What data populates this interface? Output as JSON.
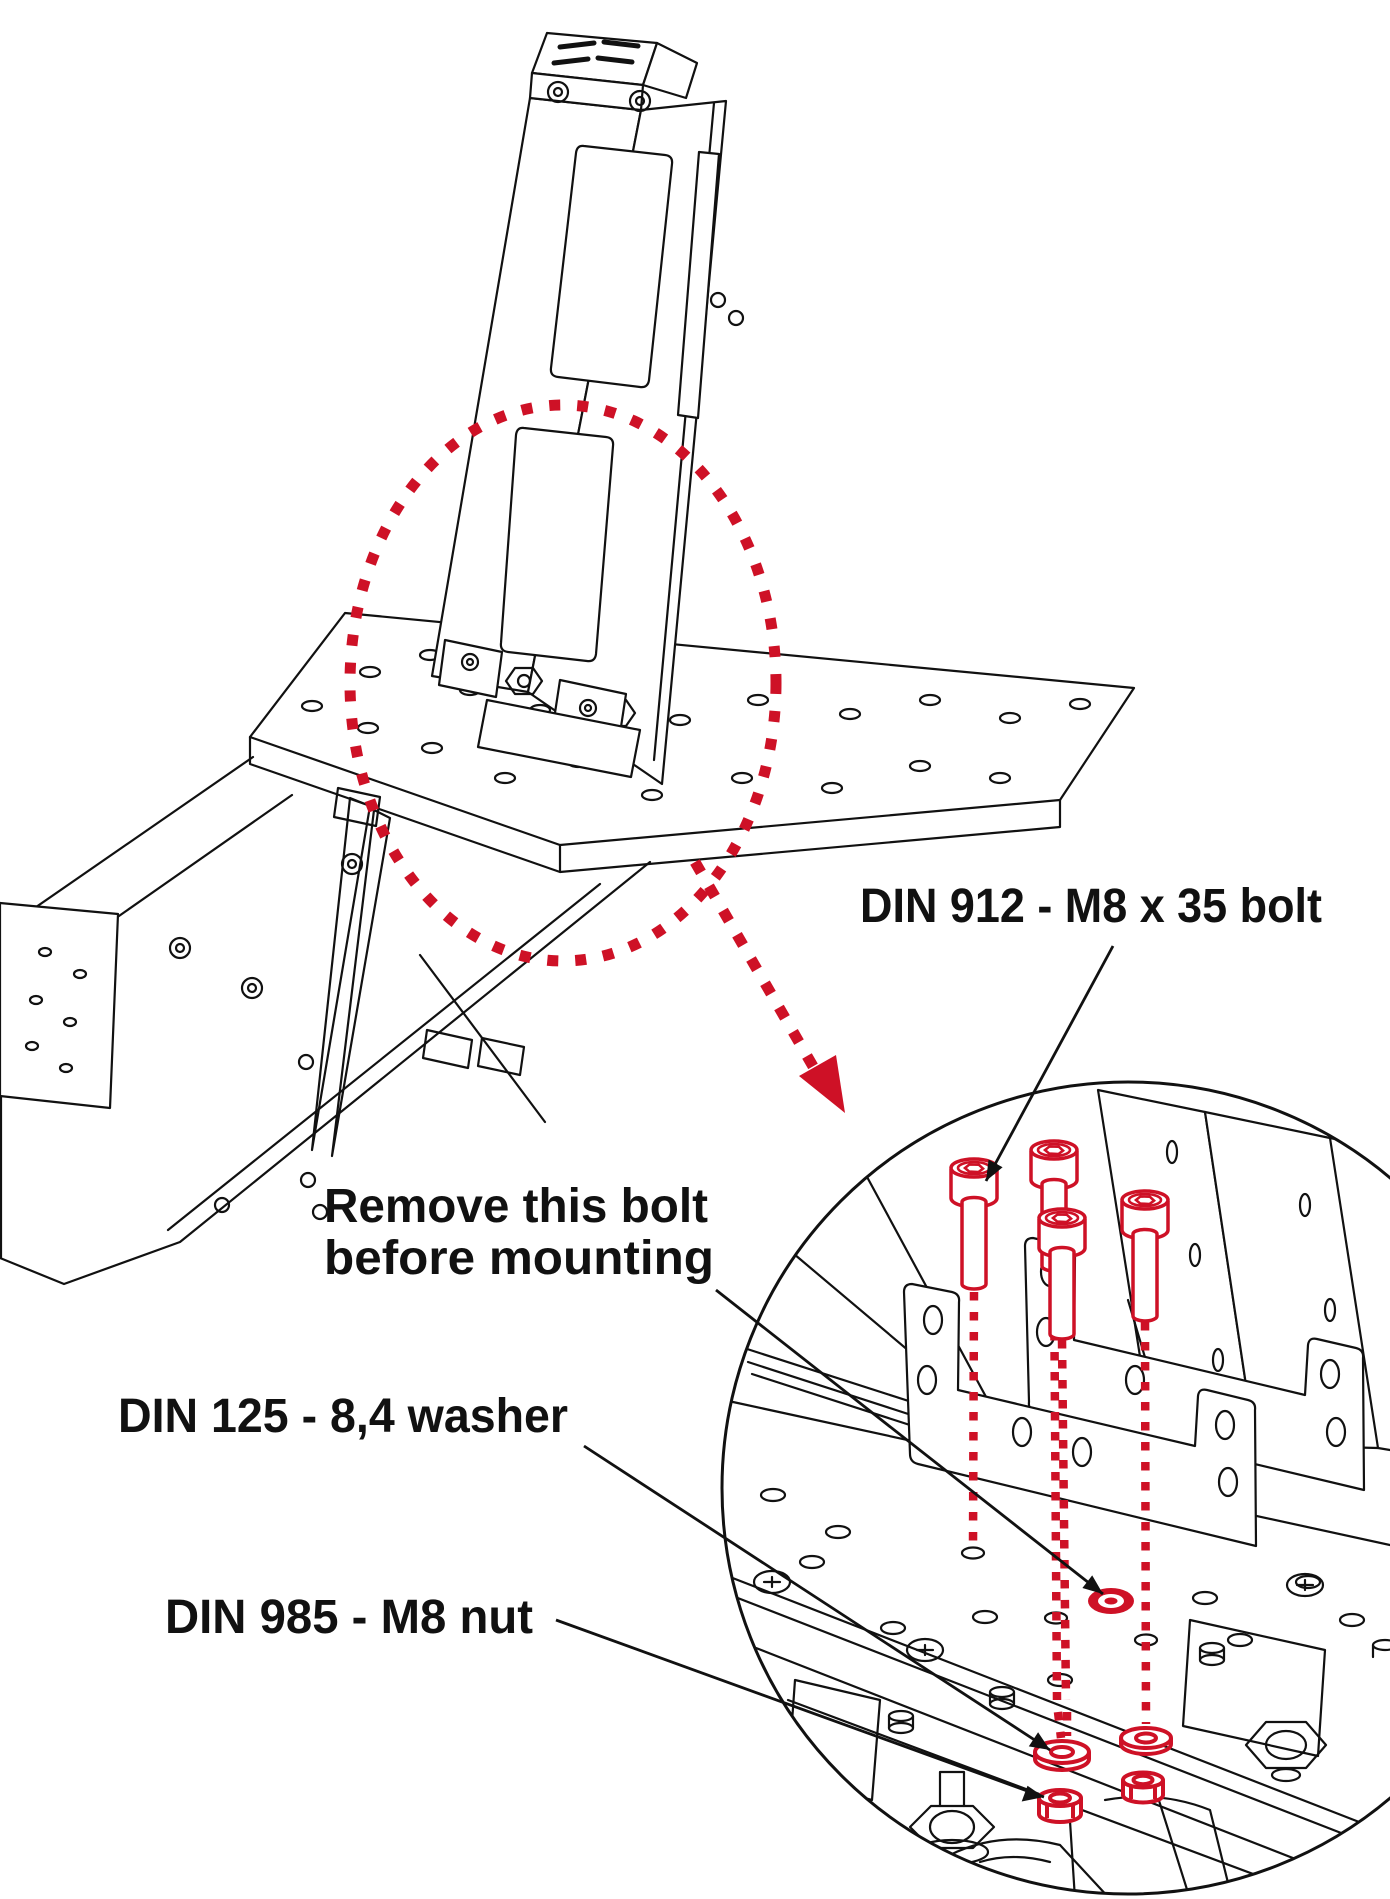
{
  "figure": {
    "type": "assembly-instruction-diagram",
    "labels": {
      "bolt": "DIN 912 - M8 x 35 bolt",
      "remove_line1": "Remove this bolt",
      "remove_line2": "before mounting",
      "washer": "DIN 125 - 8,4 washer",
      "nut": "DIN 985 - M8 nut"
    },
    "callouts": [
      {
        "label": "DIN 912 - M8 x 35 bolt",
        "target_icon": "din912-bolt-icon"
      },
      {
        "label": "Remove this bolt before mounting",
        "target_icon": "remove-bolt-marker"
      },
      {
        "label": "DIN 125 - 8,4 washer",
        "target_icon": "din125-washer-icon"
      },
      {
        "label": "DIN 985 - M8 nut",
        "target_icon": "din985-nut-icon"
      }
    ],
    "icons": [
      "zoom-callout-ellipse",
      "zoom-callout-arrow",
      "detail-clip-circle",
      "din912-bolt-icon",
      "din125-washer-icon",
      "din985-nut-icon",
      "remove-bolt-marker"
    ],
    "colors": {
      "highlight_red": "#ce1126",
      "line_black": "#111111",
      "background": "#ffffff"
    }
  }
}
